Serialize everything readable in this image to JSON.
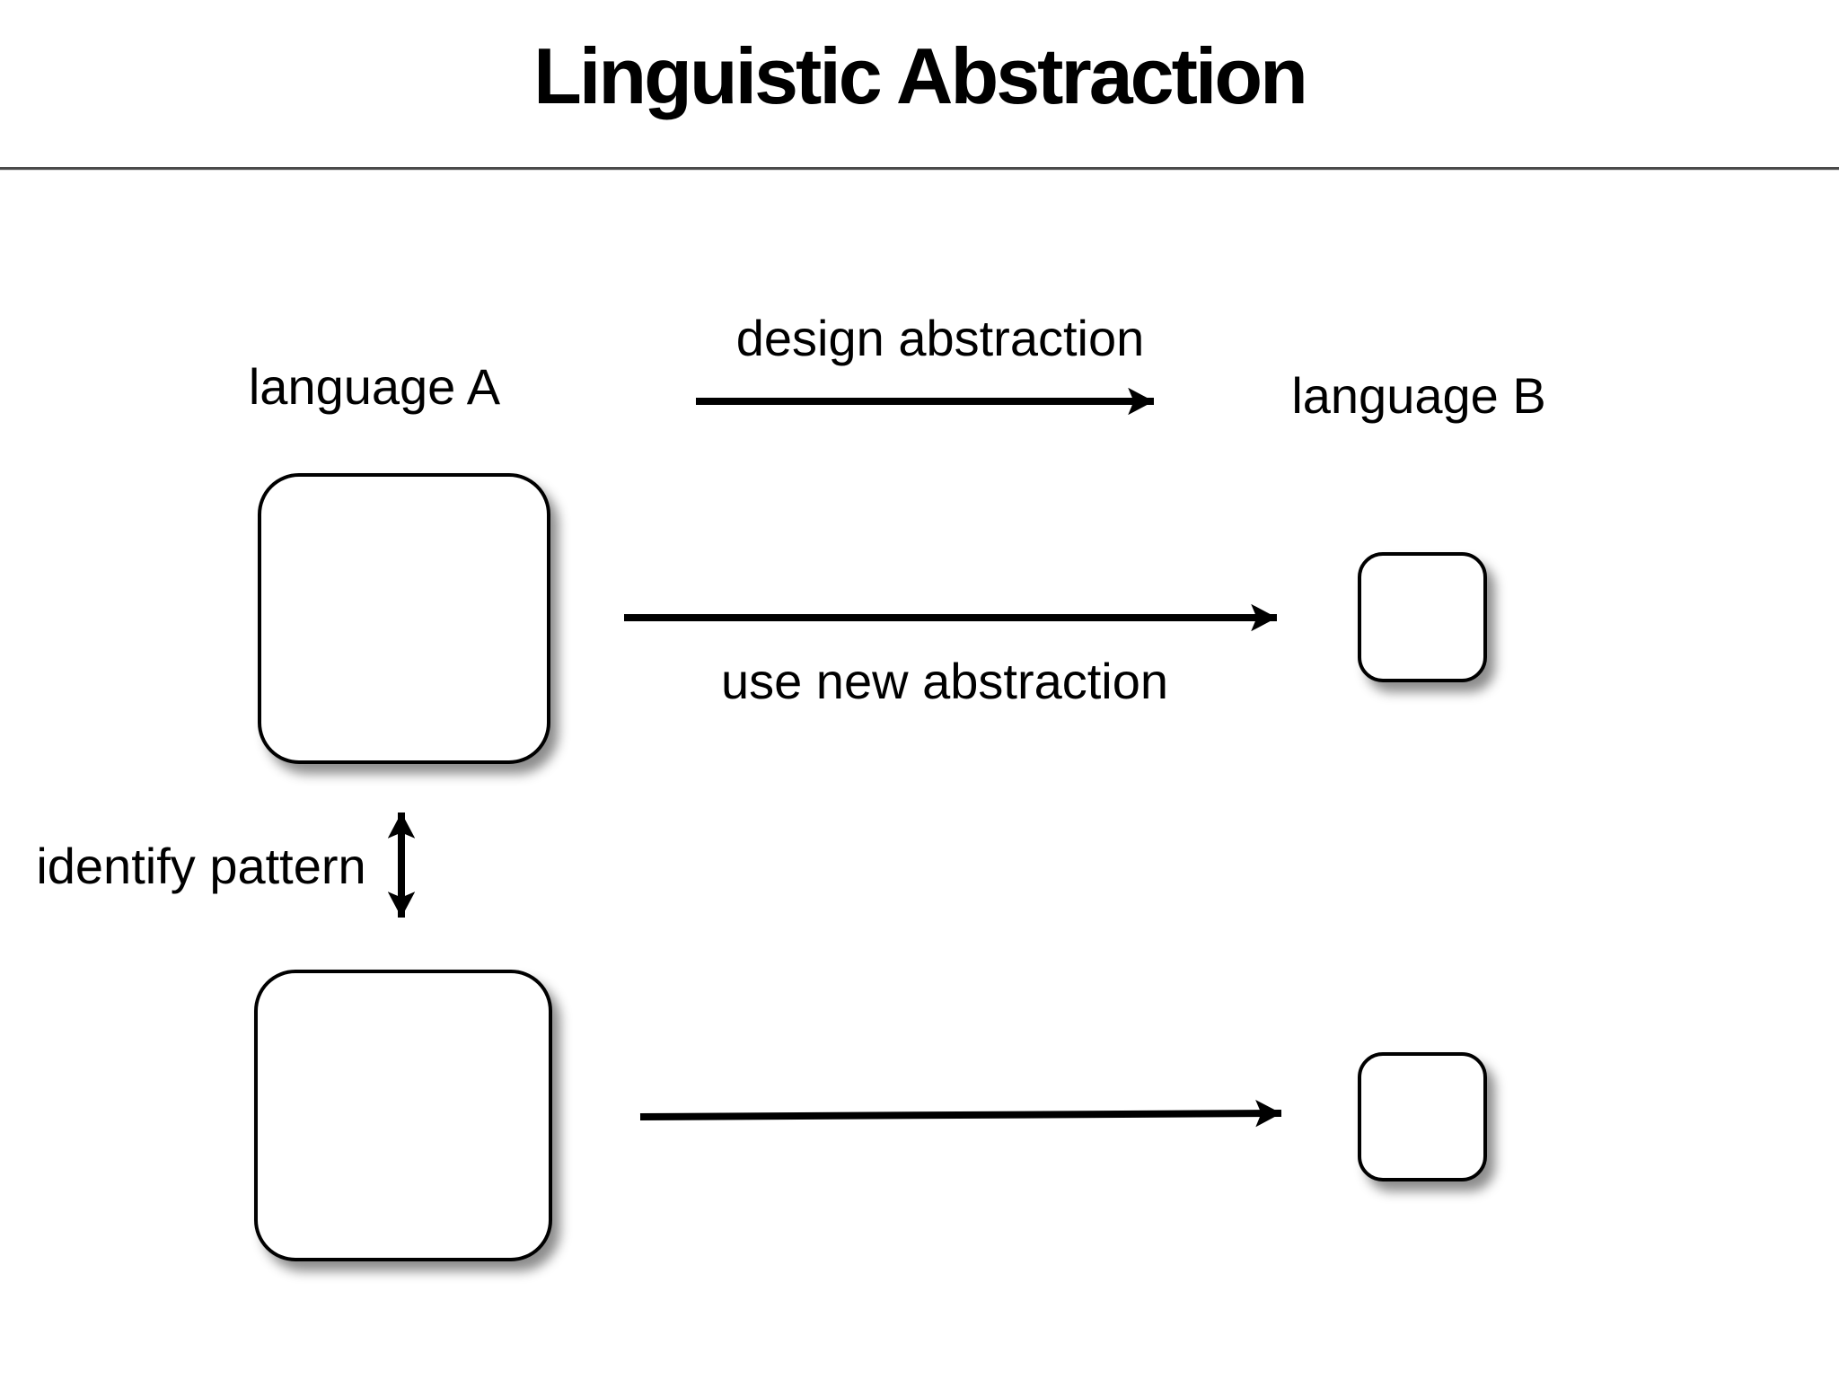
{
  "slide": {
    "title": "Linguistic Abstraction"
  },
  "diagram": {
    "column_labels": {
      "left": "language A",
      "right": "language B"
    },
    "arrow_labels": {
      "design_abstraction": "design abstraction",
      "use_new_abstraction": "use new abstraction",
      "identify_pattern": "identify pattern"
    },
    "shapes": [
      {
        "id": "node-language-a-top",
        "column": "language A",
        "row": "top",
        "size": "large"
      },
      {
        "id": "node-language-a-bottom",
        "column": "language A",
        "row": "bottom",
        "size": "large"
      },
      {
        "id": "node-language-b-top",
        "column": "language B",
        "row": "top",
        "size": "small"
      },
      {
        "id": "node-language-b-bottom",
        "column": "language B",
        "row": "bottom",
        "size": "small"
      }
    ],
    "arrows": [
      {
        "id": "design-abstraction-arrow",
        "from": "language A heading",
        "to": "language B heading",
        "direction": "right",
        "label": "design abstraction"
      },
      {
        "id": "use-new-abstraction-arrow",
        "from": "node-language-a-top",
        "to": "node-language-b-top",
        "direction": "right",
        "label": "use new abstraction"
      },
      {
        "id": "identify-pattern-arrow",
        "from": "node-language-a-top",
        "to": "node-language-a-bottom",
        "direction": "both",
        "label": "identify pattern"
      },
      {
        "id": "bottom-translation-arrow",
        "from": "node-language-a-bottom",
        "to": "node-language-b-bottom",
        "direction": "right",
        "label": ""
      }
    ],
    "colors": {
      "background": "#ffffff",
      "text": "#000000",
      "divider": "#4a4a4a",
      "node_fill": "#ffffff",
      "node_border": "#000000",
      "arrow": "#000000",
      "shadow": "rgba(0,0,0,0.45)"
    }
  }
}
